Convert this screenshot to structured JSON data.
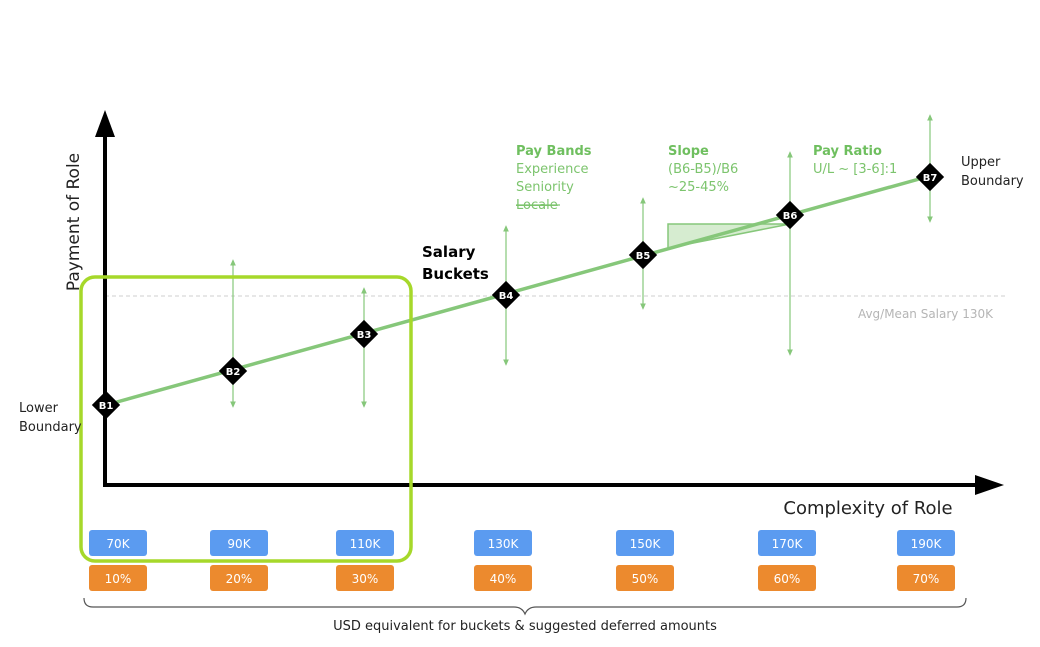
{
  "axes": {
    "y_label": "Payment of Role",
    "x_label": "Complexity of Role"
  },
  "reference_line": {
    "label": "Avg/Mean Salary 130K"
  },
  "boundaries": {
    "lower": [
      "Lower",
      "Boundary"
    ],
    "upper": [
      "Upper",
      "Boundary"
    ]
  },
  "salary_buckets_label": [
    "Salary",
    "Buckets"
  ],
  "annotations": {
    "pay_bands": {
      "title": "Pay Bands",
      "lines": [
        "Experience",
        "Seniority"
      ],
      "struck_line": "Locale"
    },
    "slope": {
      "title": "Slope",
      "lines": [
        "(B6-B5)/B6",
        "~25-45%"
      ]
    },
    "pay_ratio": {
      "title": "Pay Ratio",
      "lines": [
        "U/L ~ [3-6]:1"
      ]
    }
  },
  "buckets": [
    {
      "id": "B1",
      "salary": "70K",
      "deferred": "10%"
    },
    {
      "id": "B2",
      "salary": "90K",
      "deferred": "20%"
    },
    {
      "id": "B3",
      "salary": "110K",
      "deferred": "30%"
    },
    {
      "id": "B4",
      "salary": "130K",
      "deferred": "40%"
    },
    {
      "id": "B5",
      "salary": "150K",
      "deferred": "50%"
    },
    {
      "id": "B6",
      "salary": "170K",
      "deferred": "60%"
    },
    {
      "id": "B7",
      "salary": "190K",
      "deferred": "70%"
    }
  ],
  "footer": {
    "caption": "USD equivalent for buckets & suggested deferred amounts"
  },
  "colors": {
    "trend_line": "#86c77a",
    "annotation_text": "#6fbf5f",
    "highlight_box": "#a6d82a",
    "salary_pill": "#5b9bf0",
    "deferred_pill": "#ec8a2e",
    "marker": "#000000",
    "axis": "#000000",
    "reference_line": "#cfcfcf"
  }
}
